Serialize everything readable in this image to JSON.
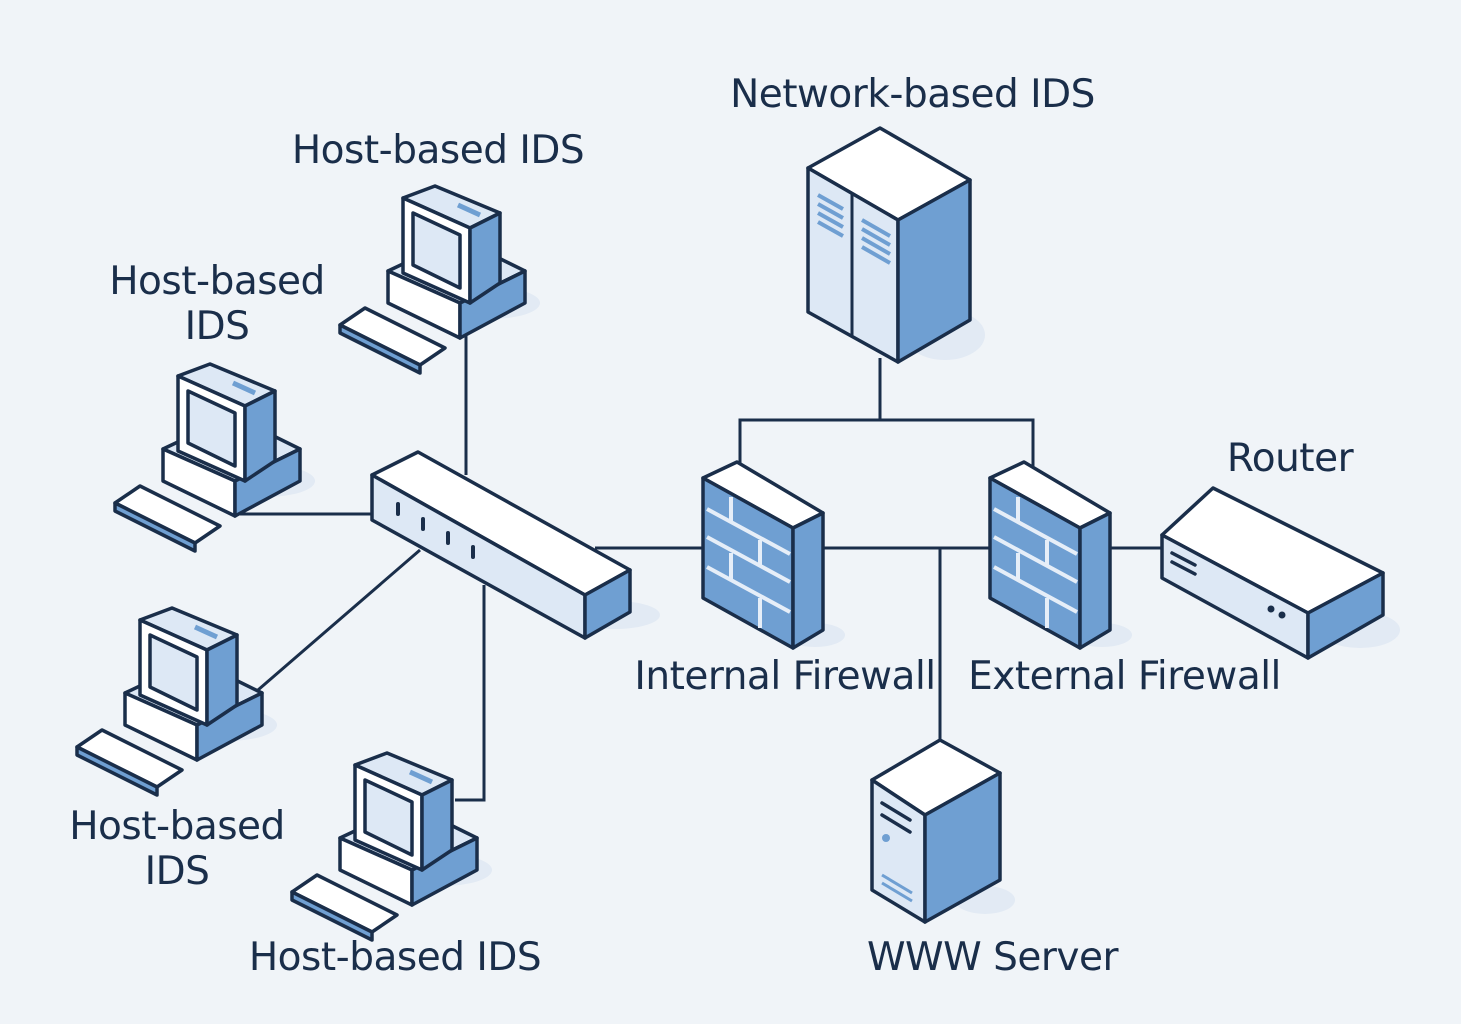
{
  "labels": {
    "network_ids": "Network-based IDS",
    "host_ids_top": "Host-based IDS",
    "host_ids_left_line1": "Host-based",
    "host_ids_left_line2": "IDS",
    "host_ids_bottom_left_line1": "Host-based",
    "host_ids_bottom_left_line2": "IDS",
    "host_ids_bottom": "Host-based IDS",
    "internal_firewall": "Internal Firewall",
    "external_firewall": "External Firewall",
    "router": "Router",
    "www_server": "WWW Server"
  },
  "colors": {
    "background": "#f0f4f8",
    "stroke": "#1a2e4a",
    "accent": "#6f9fd2",
    "light": "#dde8f5"
  },
  "icons": [
    "desktop-computer-icon",
    "network-switch-icon",
    "server-tower-icon",
    "firewall-icon",
    "router-icon"
  ]
}
